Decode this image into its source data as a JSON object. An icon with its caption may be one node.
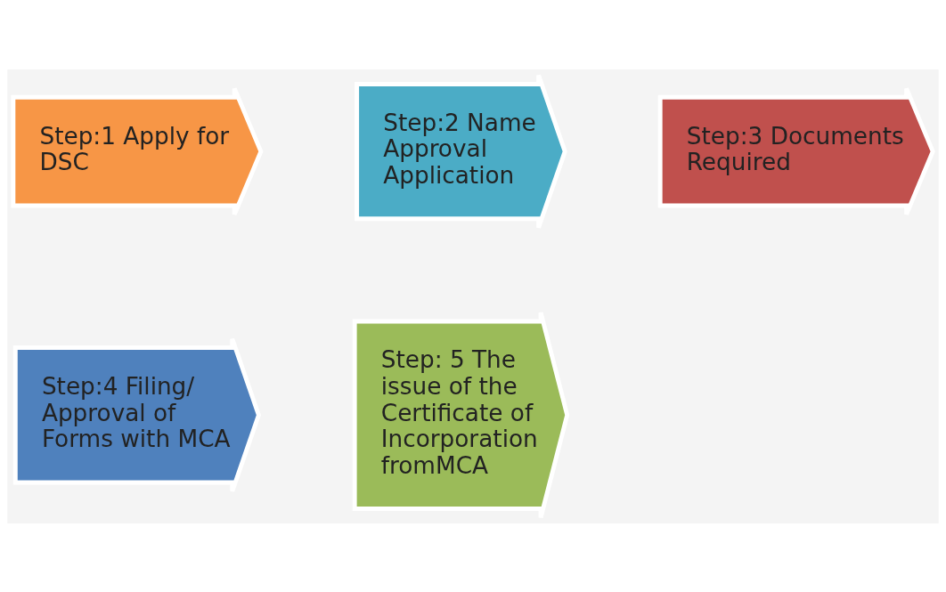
{
  "diagram": {
    "nodes": [
      {
        "text": [
          "Step:1 Apply for DSC"
        ]
      },
      {
        "text": [
          "Step:2 Name Approval Application"
        ]
      },
      {
        "text": [
          "Step:3 Documents Required"
        ]
      },
      {
        "text": [
          "Step:4 Filing/ Approval of Forms with MCA"
        ]
      },
      {
        "text": [
          "Step: 5 The issue of the Certificate of Incorporation fromMCA"
        ]
      }
    ]
  }
}
